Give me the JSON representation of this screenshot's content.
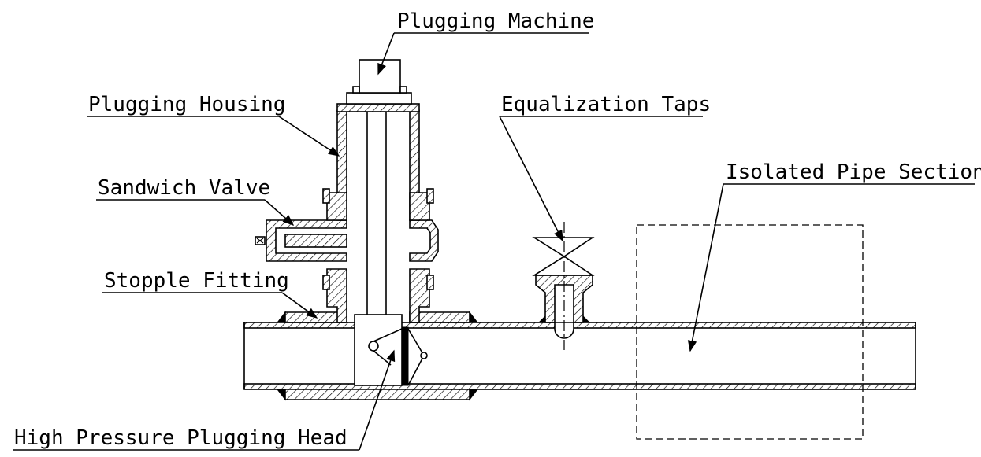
{
  "labels": {
    "plugging_machine": "Plugging Machine",
    "plugging_housing": "Plugging Housing",
    "sandwich_valve": "Sandwich Valve",
    "stopple_fitting": "Stopple Fitting",
    "equalization_taps": "Equalization Taps",
    "isolated_pipe_section": "Isolated Pipe Section",
    "high_pressure_plugging_head": "High Pressure Plugging Head"
  },
  "colors": {
    "line": "#000000",
    "background": "#ffffff"
  }
}
